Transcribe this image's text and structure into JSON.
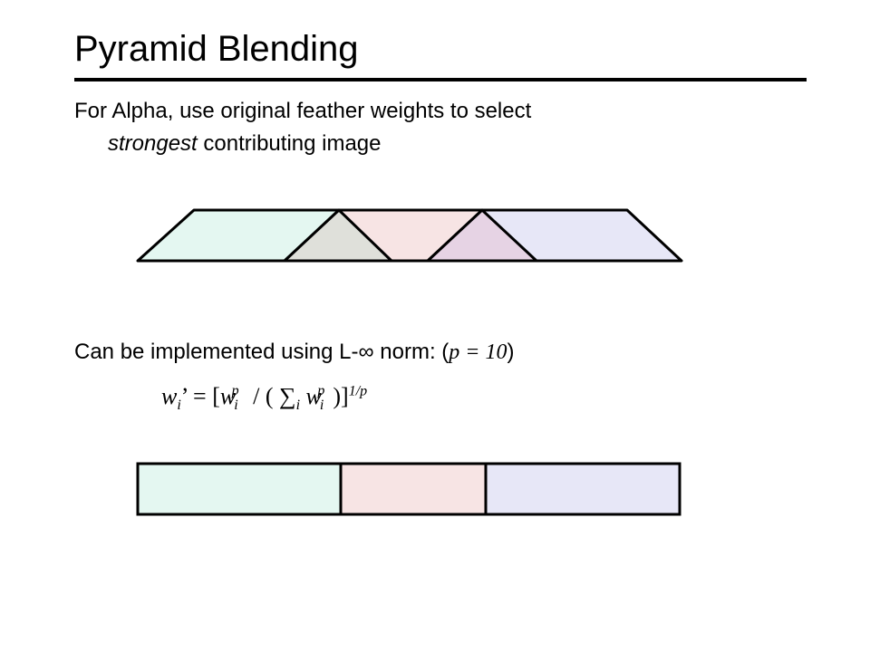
{
  "slide": {
    "title": "Pyramid Blending",
    "bullet1_line1": "For Alpha, use original feather weights to select",
    "bullet1_emph": "strongest",
    "bullet1_rest": " contributing image",
    "bullet2_text": "Can be implemented using L-∞ norm: (",
    "bullet2_param": "p = 10",
    "bullet2_close": ")"
  },
  "formula": {
    "w": "w",
    "i": "i",
    "p": "p",
    "prime_eq": "’ = ",
    "lbracket": "[",
    "div": " / ( ∑",
    "close": ")",
    "rbracket": "]",
    "exp": "1/p"
  },
  "colors": {
    "image1": "#e4f7f1",
    "image2": "#f7e4e4",
    "image3": "#e7e7f7",
    "overlap12": "#dfe0da",
    "overlap23": "#e6d3e4",
    "stroke": "#000000"
  }
}
